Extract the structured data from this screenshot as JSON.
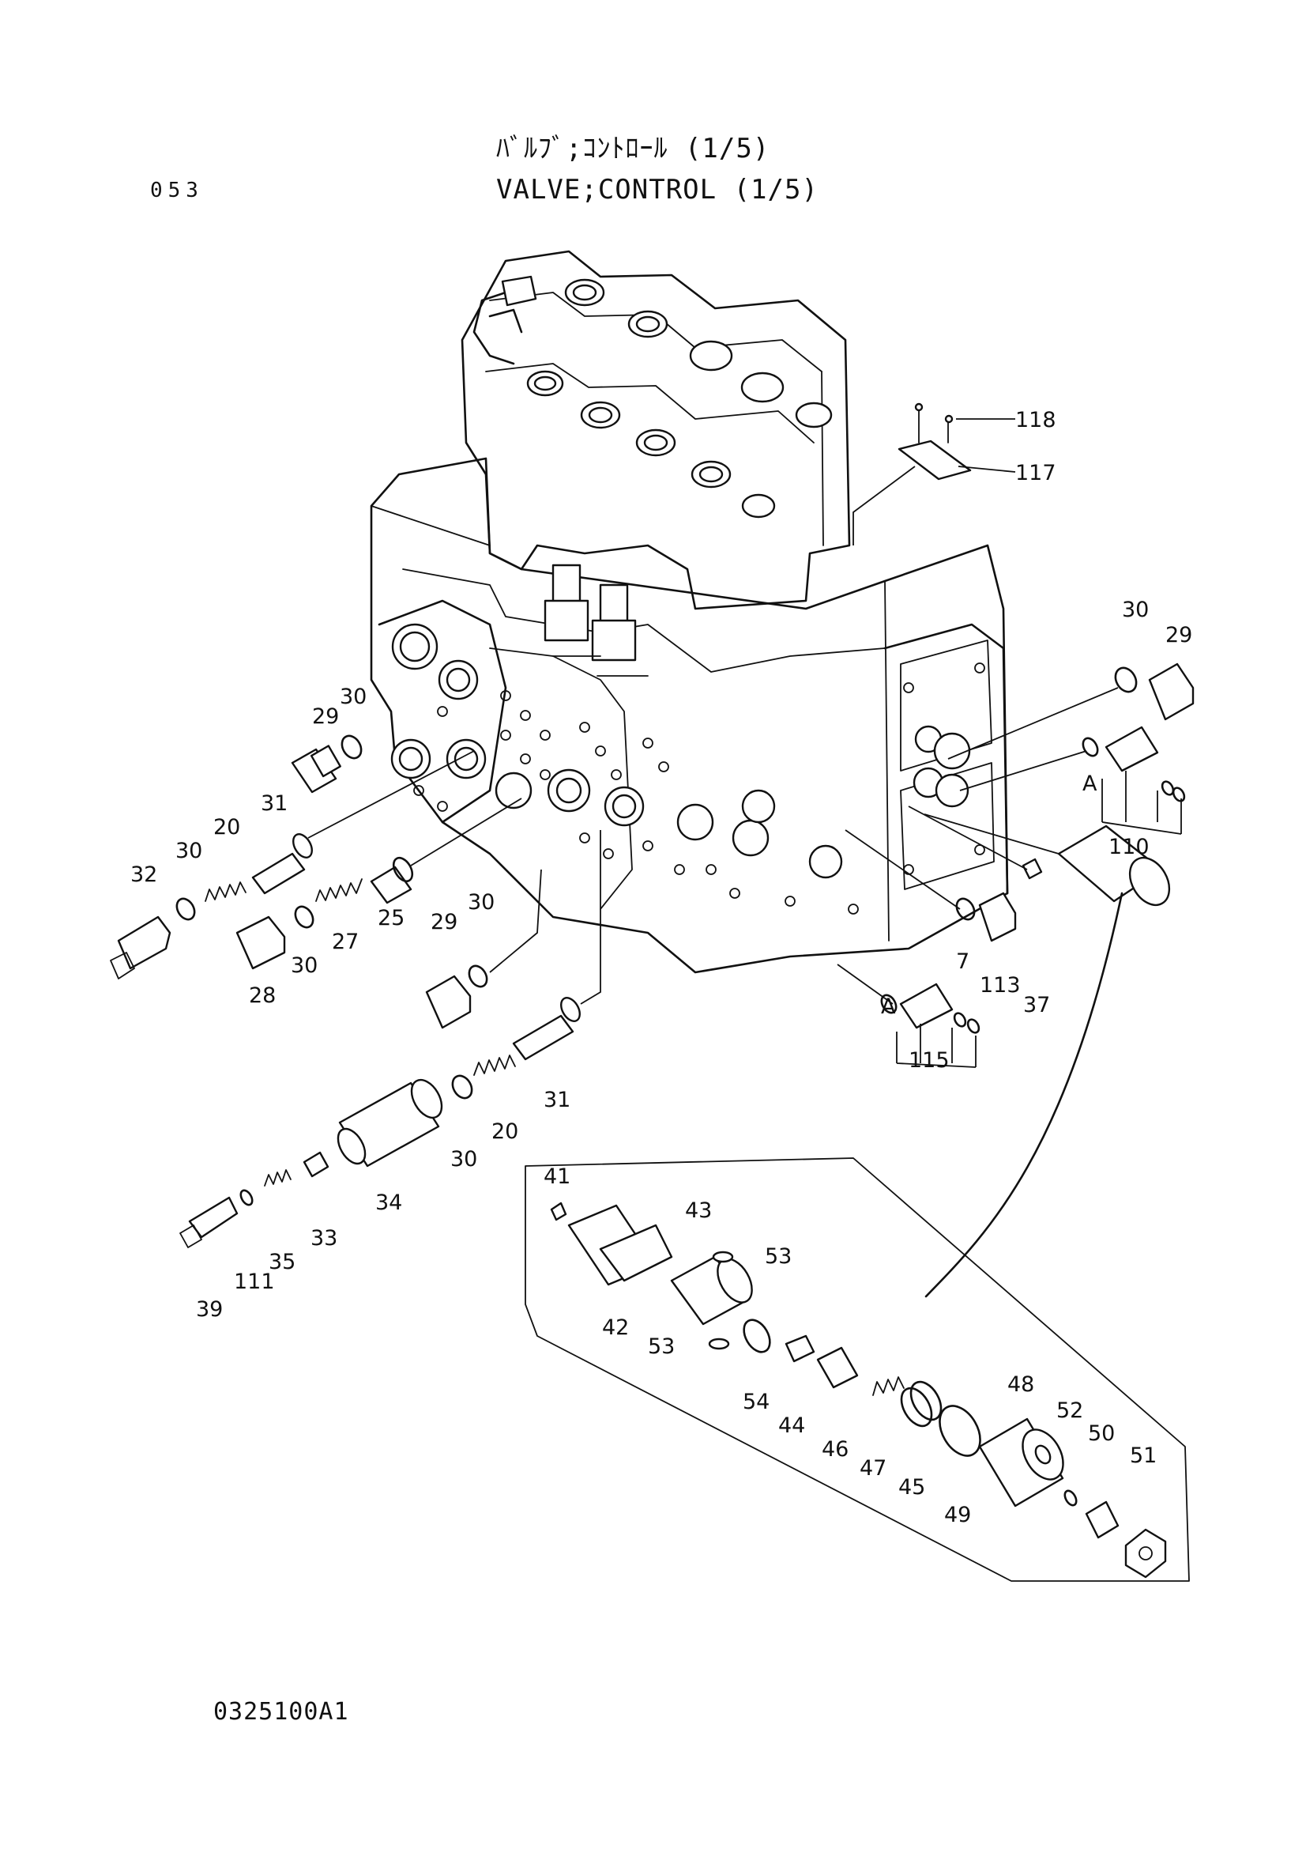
{
  "header": {
    "title_jp": "ﾊﾞﾙﾌﾞ;ｺﾝﾄﾛｰﾙ (1/5)",
    "title_en": "VALVE;CONTROL (1/5)",
    "page_number": "053"
  },
  "footer": {
    "drawing_number": "0325100A1"
  },
  "callouts": [
    {
      "id": "c118",
      "text": "118"
    },
    {
      "id": "c117",
      "text": "117"
    },
    {
      "id": "c30a",
      "text": "30"
    },
    {
      "id": "c29a",
      "text": "29"
    },
    {
      "id": "cAa",
      "text": "A"
    },
    {
      "id": "c110",
      "text": "110"
    },
    {
      "id": "c29b",
      "text": "29"
    },
    {
      "id": "c30b",
      "text": "30"
    },
    {
      "id": "c31a",
      "text": "31"
    },
    {
      "id": "c20a",
      "text": "20"
    },
    {
      "id": "c30c",
      "text": "30"
    },
    {
      "id": "c32",
      "text": "32"
    },
    {
      "id": "c25",
      "text": "25"
    },
    {
      "id": "c27",
      "text": "27"
    },
    {
      "id": "c30d",
      "text": "30"
    },
    {
      "id": "c28",
      "text": "28"
    },
    {
      "id": "c29c",
      "text": "29"
    },
    {
      "id": "c30e",
      "text": "30"
    },
    {
      "id": "c7",
      "text": "7"
    },
    {
      "id": "c113",
      "text": "113"
    },
    {
      "id": "c37",
      "text": "37"
    },
    {
      "id": "cAb",
      "text": "A"
    },
    {
      "id": "c115",
      "text": "115"
    },
    {
      "id": "c31b",
      "text": "31"
    },
    {
      "id": "c20b",
      "text": "20"
    },
    {
      "id": "c30f",
      "text": "30"
    },
    {
      "id": "c34",
      "text": "34"
    },
    {
      "id": "c33",
      "text": "33"
    },
    {
      "id": "c35",
      "text": "35"
    },
    {
      "id": "c111",
      "text": "111"
    },
    {
      "id": "c39",
      "text": "39"
    },
    {
      "id": "c41",
      "text": "41"
    },
    {
      "id": "c43",
      "text": "43"
    },
    {
      "id": "c53a",
      "text": "53"
    },
    {
      "id": "c42",
      "text": "42"
    },
    {
      "id": "c53b",
      "text": "53"
    },
    {
      "id": "c54",
      "text": "54"
    },
    {
      "id": "c44",
      "text": "44"
    },
    {
      "id": "c46",
      "text": "46"
    },
    {
      "id": "c47",
      "text": "47"
    },
    {
      "id": "c45",
      "text": "45"
    },
    {
      "id": "c49",
      "text": "49"
    },
    {
      "id": "c48",
      "text": "48"
    },
    {
      "id": "c52",
      "text": "52"
    },
    {
      "id": "c50",
      "text": "50"
    },
    {
      "id": "c51",
      "text": "51"
    }
  ]
}
